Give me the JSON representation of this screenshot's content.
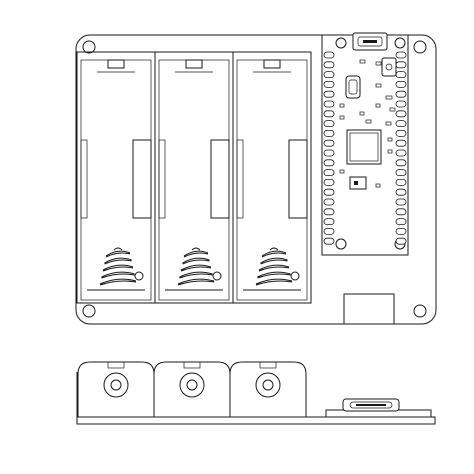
{
  "drawing": {
    "views": [
      "top-view",
      "side-view"
    ],
    "battery_holder_count": 3,
    "board_pins_per_side": 20,
    "line_color": "#1a1a1a",
    "background_color": "#ffffff"
  }
}
